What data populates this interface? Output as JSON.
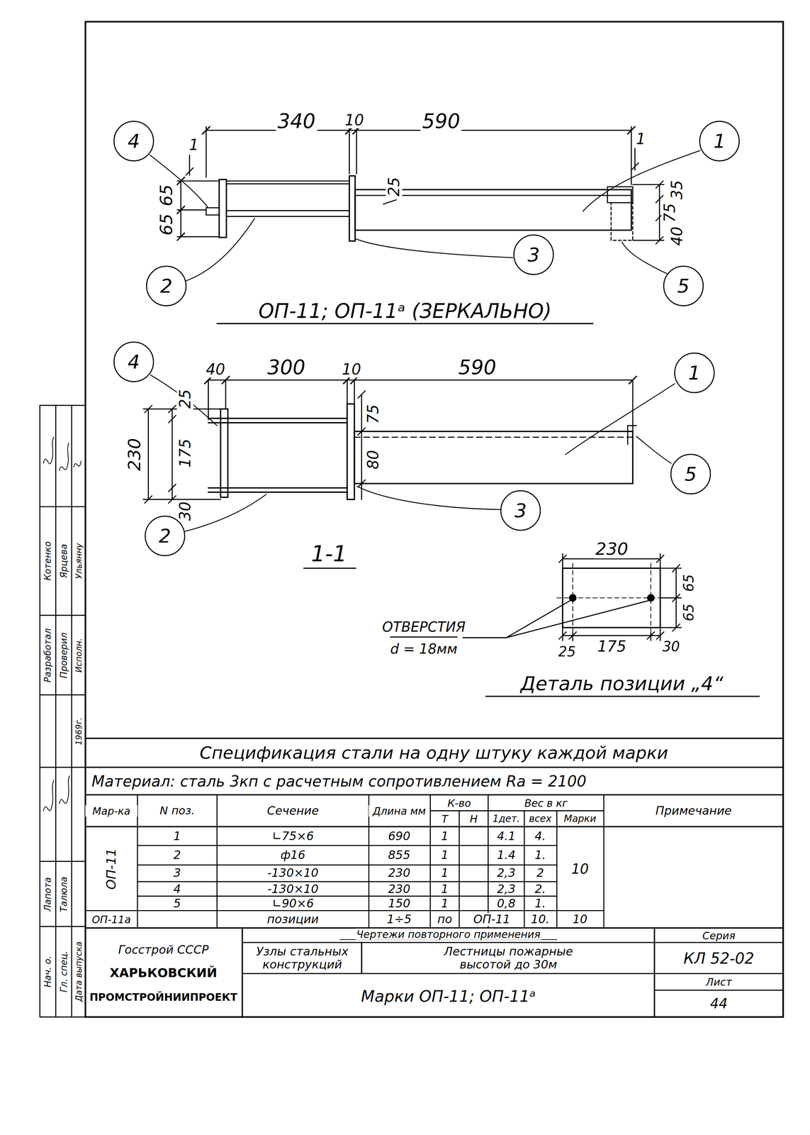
{
  "diagram": {
    "nodes": [
      {
        "text": [
          "4"
        ]
      },
      {
        "text": [
          "1"
        ]
      },
      {
        "text": [
          "2"
        ]
      },
      {
        "text": [
          "3"
        ]
      },
      {
        "text": [
          "5"
        ]
      },
      {
        "text": [
          "4"
        ]
      },
      {
        "text": [
          "1"
        ]
      },
      {
        "text": [
          "5"
        ]
      },
      {
        "text": [
          "3"
        ]
      },
      {
        "text": [
          "2"
        ]
      }
    ],
    "labels": [
      "340",
      "10",
      "590",
      "1",
      "1",
      "65",
      "65",
      "25",
      "35",
      "75",
      "40",
      "ОП-11; ОП-11ᵃ (ЗЕРКАЛЬНО)",
      "40",
      "300",
      "10",
      "590",
      "230",
      "25",
      "175",
      "30",
      "75",
      "80",
      "1-1",
      "230",
      "65",
      "65",
      "175",
      "30",
      "25",
      "ОТВЕРСТИЯ",
      "d = 18мм",
      "Деталь позиции „4“",
      "Спецификация стали на одну штуку каждой марки",
      "Материал: сталь 3кп с расчетным сопротивлением Ra = 2100",
      "Мар-ка",
      "N поз.",
      "Сечение",
      "Длина мм",
      "К-во",
      "Т",
      "Н",
      "Вес в кг",
      "1дет.",
      "всех",
      "Марки",
      "Примечание",
      "ОП-11",
      "1",
      "∟75×6",
      "690",
      "1",
      "4.1",
      "4.",
      "2",
      "ф16",
      "855",
      "1",
      "1.4",
      "1.",
      "3",
      "-130×10",
      "230",
      "1",
      "2,3",
      "2",
      "4",
      "-130×10",
      "230",
      "1",
      "2,3",
      "2.",
      "5",
      "∟90×6",
      "150",
      "1",
      "0,8",
      "1.",
      "10",
      "ОП-11а",
      "позиции",
      "1÷5",
      "по",
      "ОП-11",
      "10.",
      "10",
      "Госстрой СССР",
      "ХАРЬКОВСКИЙ",
      "ПРОМСТРОЙНИИПРОЕКТ",
      "Чертежи повторного применения",
      "Узлы стальных конструкций",
      "Лестницы пожарные высотой до 30м",
      "Марки ОП-11; ОП-11ᵃ",
      "Серия",
      "КЛ 52-02",
      "Лист",
      "44",
      "Разработал",
      "Котенко",
      "Проверил",
      "Ярцева",
      "Исполн.",
      "Ульянну",
      "Нач. о.",
      "Лапота",
      "Гл. спец.",
      "Талюла",
      "Дата выпуска",
      "1969г."
    ]
  }
}
